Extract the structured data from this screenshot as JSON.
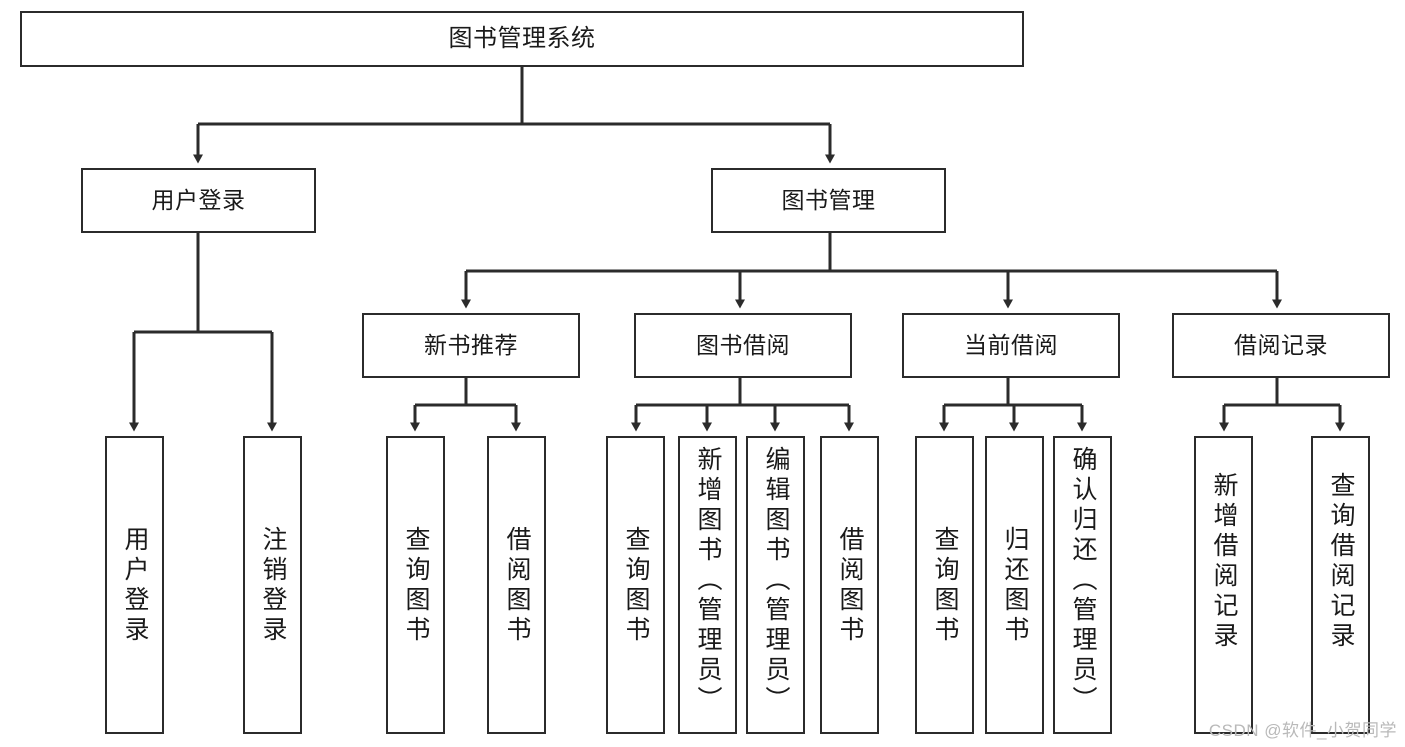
{
  "diagram": {
    "title": "图书管理系统",
    "type": "tree",
    "orientation": "top-down",
    "stroke_color": "#2b2b2b",
    "fill_color": "#ffffff",
    "text_color": "#1a1a1a",
    "watermark": "CSDN @软件_小贺同学",
    "nodes": {
      "root": {
        "label": "图书管理系统"
      },
      "level2": [
        {
          "id": "user-login",
          "label": "用户登录"
        },
        {
          "id": "book-manage",
          "label": "图书管理"
        }
      ],
      "level3": [
        {
          "id": "new-book-recommend",
          "label": "新书推荐"
        },
        {
          "id": "book-borrow",
          "label": "图书借阅"
        },
        {
          "id": "current-borrow",
          "label": "当前借阅"
        },
        {
          "id": "borrow-record",
          "label": "借阅记录"
        }
      ],
      "leaves": {
        "user-login": [
          {
            "id": "leaf-user-login",
            "label": "用户登录"
          },
          {
            "id": "leaf-user-logout",
            "label": "注销登录"
          }
        ],
        "new-book-recommend": [
          {
            "id": "leaf-query-book-1",
            "label": "查询图书"
          },
          {
            "id": "leaf-borrow-book-1",
            "label": "借阅图书"
          }
        ],
        "book-borrow": [
          {
            "id": "leaf-query-book-2",
            "label": "查询图书"
          },
          {
            "id": "leaf-add-book",
            "label": "新增图书（管理员）"
          },
          {
            "id": "leaf-edit-book",
            "label": "编辑图书（管理员）"
          },
          {
            "id": "leaf-borrow-book-2",
            "label": "借阅图书"
          }
        ],
        "current-borrow": [
          {
            "id": "leaf-query-book-3",
            "label": "查询图书"
          },
          {
            "id": "leaf-return-book",
            "label": "归还图书"
          },
          {
            "id": "leaf-confirm-return",
            "label": "确认归还（管理员）"
          }
        ],
        "borrow-record": [
          {
            "id": "leaf-add-record",
            "label": "新增借阅记录"
          },
          {
            "id": "leaf-query-record",
            "label": "查询借阅记录"
          }
        ]
      }
    },
    "edges": [
      {
        "from": "图书管理系统",
        "to": "用户登录"
      },
      {
        "from": "图书管理系统",
        "to": "图书管理"
      },
      {
        "from": "用户登录",
        "to": "用户登录"
      },
      {
        "from": "用户登录",
        "to": "注销登录"
      },
      {
        "from": "图书管理",
        "to": "新书推荐"
      },
      {
        "from": "图书管理",
        "to": "图书借阅"
      },
      {
        "from": "图书管理",
        "to": "当前借阅"
      },
      {
        "from": "图书管理",
        "to": "借阅记录"
      },
      {
        "from": "新书推荐",
        "to": "查询图书"
      },
      {
        "from": "新书推荐",
        "to": "借阅图书"
      },
      {
        "from": "图书借阅",
        "to": "查询图书"
      },
      {
        "from": "图书借阅",
        "to": "新增图书（管理员）"
      },
      {
        "from": "图书借阅",
        "to": "编辑图书（管理员）"
      },
      {
        "from": "图书借阅",
        "to": "借阅图书"
      },
      {
        "from": "当前借阅",
        "to": "查询图书"
      },
      {
        "from": "当前借阅",
        "to": "归还图书"
      },
      {
        "from": "当前借阅",
        "to": "确认归还（管理员）"
      },
      {
        "from": "借阅记录",
        "to": "新增借阅记录"
      },
      {
        "from": "借阅记录",
        "to": "查询借阅记录"
      }
    ]
  }
}
